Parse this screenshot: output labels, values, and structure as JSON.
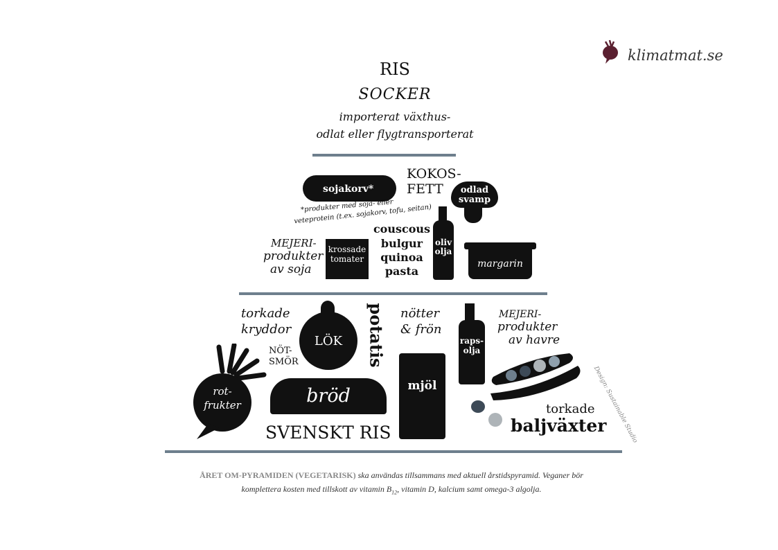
{
  "brand": {
    "name": "klimatmat.se",
    "colors": {
      "accent": "#6e7f8d",
      "ink": "#111111"
    }
  },
  "top": {
    "ris": "RIS",
    "socker": "SOCKER",
    "line1": "importerat växthus-",
    "line2": "odlat eller flygtransporterat"
  },
  "middle": {
    "sojakorv": "sojakorv*",
    "footnote1": "*produkter med soja- eller",
    "footnote2": "veteprotein (t.ex. sojakorv, tofu, seitan)",
    "kokos1": "KOKOS-",
    "kokos2": "FETT",
    "svamp1": "odlad",
    "svamp2": "svamp",
    "mejeri1": "MEJERI-",
    "mejeri2": "produkter",
    "mejeri3": "av soja",
    "tomat1": "krossade",
    "tomat2": "tomater",
    "grains": [
      "couscous",
      "bulgur",
      "quinoa",
      "pasta"
    ],
    "oliv1": "oliv",
    "oliv2": "olja",
    "margarin": "margarin"
  },
  "bottom": {
    "kryddor1": "torkade",
    "kryddor2": "kryddor",
    "lok": "LÖK",
    "potatis": "potatis",
    "not1": "NÖT-",
    "not2": "SMÖR",
    "notter1": "nötter",
    "notter2": "& frön",
    "raps1": "raps-",
    "raps2": "olja",
    "havre1": "MEJERI-",
    "havre2": "produkter",
    "havre3": "av havre",
    "rot1": "rot-",
    "rot2": "frukter",
    "brod": "bröd",
    "mjol": "mjöl",
    "ris": "SVENSKT RIS",
    "balj1": "torkade",
    "balj2": "baljväxter",
    "credit": "Design: Sustainable Studio"
  },
  "caption": {
    "lead": "ÅRET OM-PYRAMIDEN (VEGETARISK)",
    "text1": " ska användas tillsammans med aktuell årstidspyramid. Veganer bör",
    "text2a": "komplettera kosten med tillskott av vitamin B",
    "sub": "12",
    "text2b": ", vitamin D, kalcium samt omega-3 algolja."
  }
}
